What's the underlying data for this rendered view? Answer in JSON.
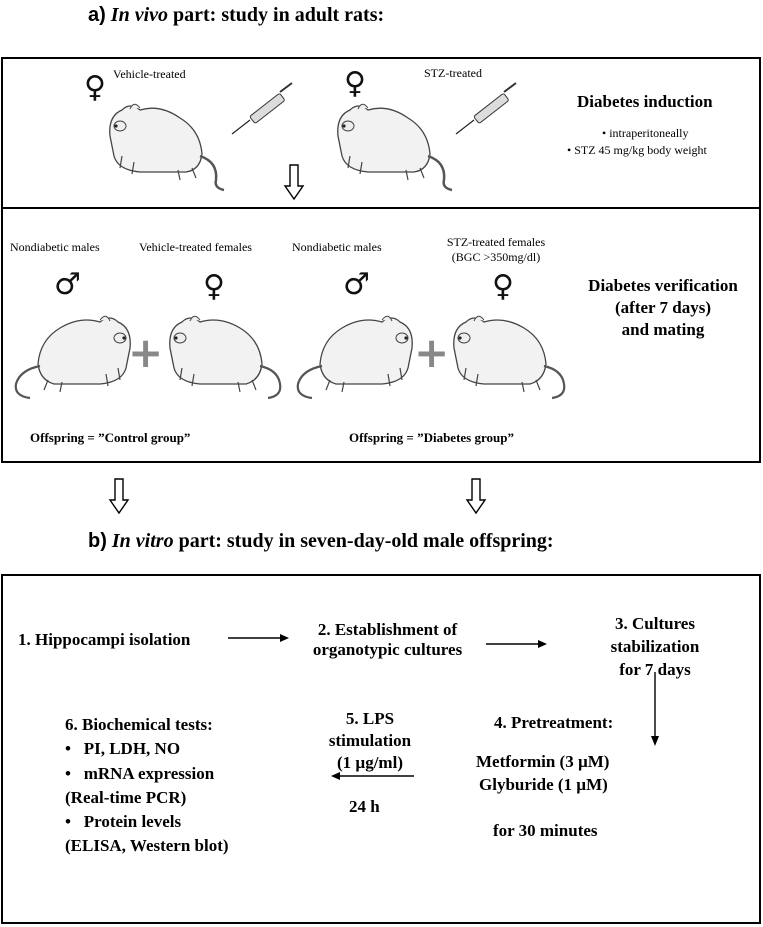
{
  "part_a": {
    "letter": "a)",
    "title_italic": "In vivo",
    "title_rest": " part: study in adult rats:",
    "vehicle_label": "Vehicle-treated",
    "stz_label": "STZ-treated",
    "induction_title": "Diabetes induction",
    "induction_bullet1": "• intraperitoneally",
    "induction_bullet2": "• STZ 45 mg/kg body weight",
    "nondiabetic_males_1": "Nondiabetic males",
    "vehicle_females": "Vehicle-treated females",
    "nondiabetic_males_2": "Nondiabetic males",
    "stz_females_line1": "STZ-treated females",
    "stz_females_line2": "(BGC >350mg/dl)",
    "verification_line1": "Diabetes verification",
    "verification_line2": "(after 7 days)",
    "verification_line3": "and mating",
    "offspring_control": "Offspring = ”Control group”",
    "offspring_diabetes": "Offspring = ”Diabetes group”",
    "female_symbol": "♀",
    "male_symbol": "♂",
    "plus_symbol": "+"
  },
  "part_b": {
    "letter": "b)",
    "title_italic": "In vitro",
    "title_rest": " part: study in seven-day-old male offspring:",
    "step1": "1. Hippocampi isolation",
    "step2_line1": "2. Establishment of",
    "step2_line2": "organotypic cultures",
    "step3_line1": "3. Cultures",
    "step3_line2": "stabilization",
    "step3_line3": "for 7 days",
    "step4_title": "4. Pretreatment:",
    "step4_line1": "Metformin (3 µM)",
    "step4_line2": "Glyburide (1 µM)",
    "step4_line3": "for 30 minutes",
    "step5_line1": "5. LPS",
    "step5_line2": "stimulation",
    "step5_line3": "(1 µg/ml)",
    "step5_line4": "24 h",
    "step6_title": "6. Biochemical tests:",
    "step6_items": [
      "•   PI, LDH, NO",
      "•   mRNA expression",
      "(Real-time PCR)",
      "•   Protein levels",
      "(ELISA, Western blot)"
    ]
  }
}
